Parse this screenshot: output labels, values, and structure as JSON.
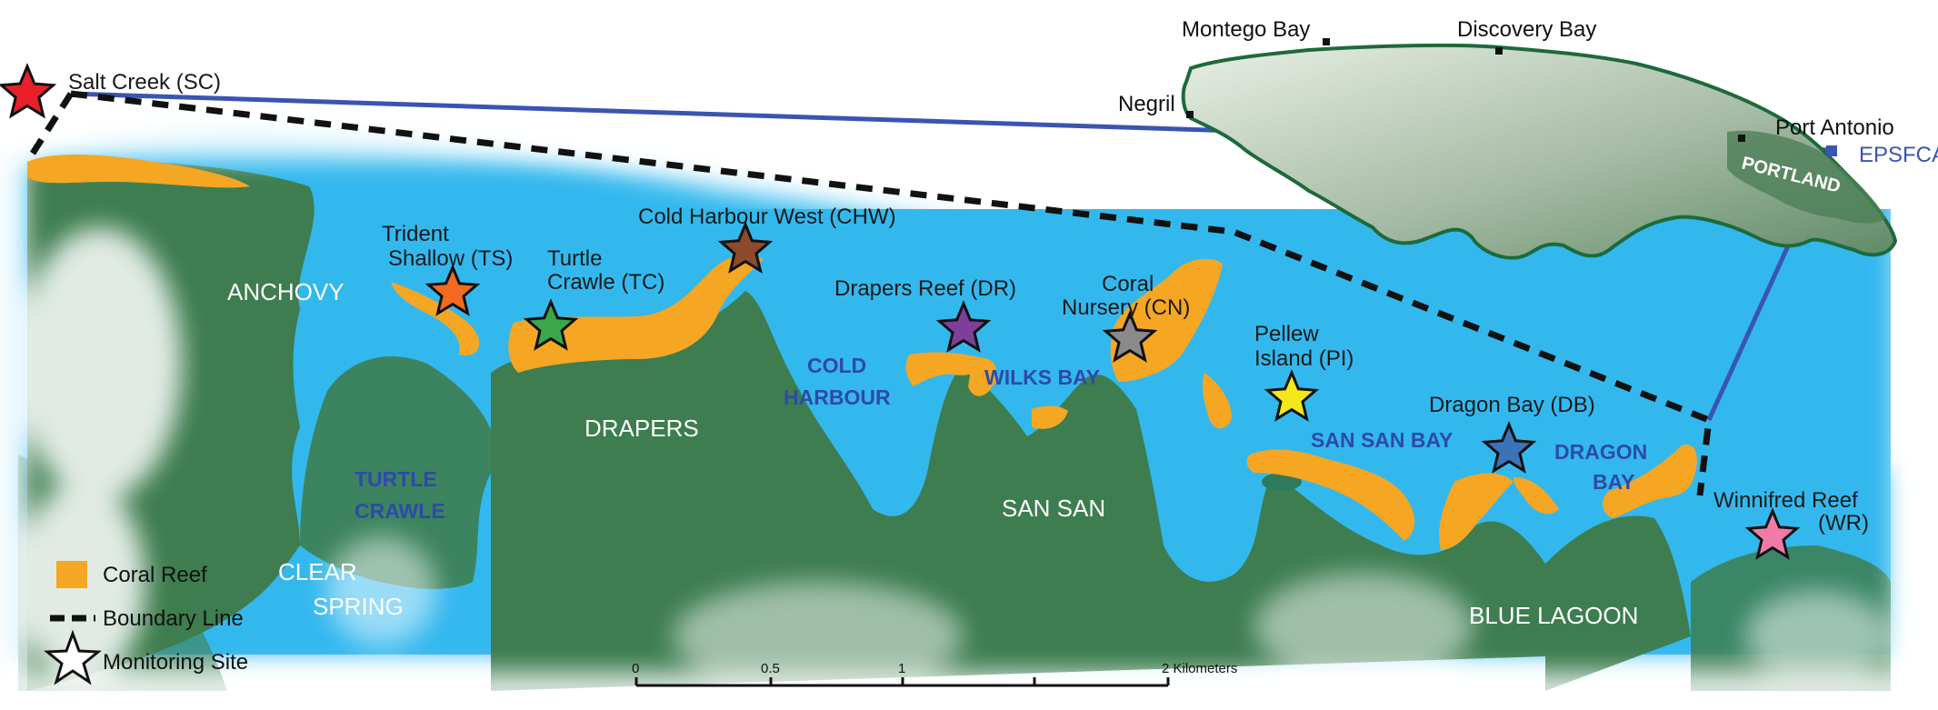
{
  "colors": {
    "land": "#3d7d4f",
    "water": "#33b8ee",
    "reef": "#f5a623",
    "boundary": "#111111",
    "inset_line": "#3a54b4"
  },
  "sites": [
    {
      "id": "SC",
      "label": "Salt Creek (SC)",
      "color": "#e8202a"
    },
    {
      "id": "TS",
      "label_lines": [
        "Trident",
        "Shallow (TS)"
      ],
      "color": "#f26a21"
    },
    {
      "id": "TC",
      "label_lines": [
        "Turtle",
        "Crawle (TC)"
      ],
      "color": "#3aa84a"
    },
    {
      "id": "CHW",
      "label": "Cold Harbour West (CHW)",
      "color": "#8b4a2b"
    },
    {
      "id": "DR",
      "label": "Drapers Reef (DR)",
      "color": "#7d3f98"
    },
    {
      "id": "CN",
      "label_lines": [
        "Coral",
        "Nursery (CN)"
      ],
      "color": "#8a8a8a"
    },
    {
      "id": "PI",
      "label_lines": [
        "Pellew",
        "Island (PI)"
      ],
      "color": "#f4e81c"
    },
    {
      "id": "DB",
      "label": "Dragon Bay (DB)",
      "color": "#3b73b8"
    },
    {
      "id": "WR",
      "label_lines": [
        "Winnifred Reef",
        "(WR)"
      ],
      "color": "#f07aa8"
    }
  ],
  "towns": {
    "anchovy": "ANCHOVY",
    "drapers": "DRAPERS",
    "san_san": "SAN SAN",
    "blue_lagoon": "BLUE LAGOON",
    "clear": "CLEAR",
    "spring": "SPRING"
  },
  "bays": {
    "turtle": "TURTLE",
    "crawle": "CRAWLE",
    "cold": "COLD",
    "harbour": "HARBOUR",
    "wilks": "WILKS BAY",
    "sansan": "SAN SAN BAY",
    "dragon": "DRAGON",
    "bay": "BAY"
  },
  "inset": {
    "montego": "Montego Bay",
    "discovery": "Discovery Bay",
    "negril": "Negril",
    "port_antonio": "Port Antonio",
    "portland": "PORTLAND",
    "epsfca": "EPSFCA"
  },
  "legend": {
    "reef": "Coral Reef",
    "boundary": "Boundary Line",
    "site": "Monitoring Site"
  },
  "scale": {
    "ticks": [
      "0",
      "0.5",
      "1",
      "2 Kilometers"
    ]
  }
}
